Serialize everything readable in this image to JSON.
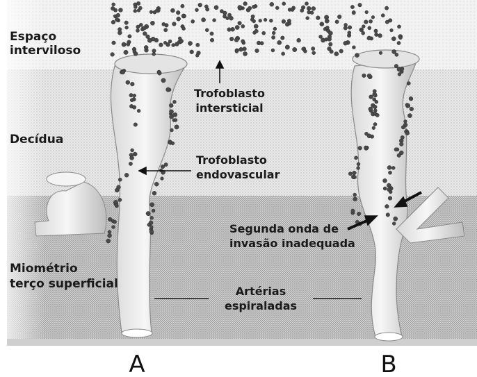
{
  "diagram": {
    "layers": {
      "intervillous_space": [
        "Espaço",
        "interviloso"
      ],
      "decidua": "Decídua",
      "myometrium": [
        "Miométrio",
        "terço superficial"
      ]
    },
    "annotations": {
      "interstitial_trophoblast": [
        "Trofoblasto",
        "intersticial"
      ],
      "endovascular_trophoblast": [
        "Trofoblasto",
        "endovascular"
      ],
      "second_wave": [
        "Segunda onda de",
        "invasão inadequada"
      ],
      "spiral_arteries": [
        "Artérias",
        "espiraladas"
      ]
    },
    "panels": {
      "left": "A",
      "right": "B"
    }
  }
}
